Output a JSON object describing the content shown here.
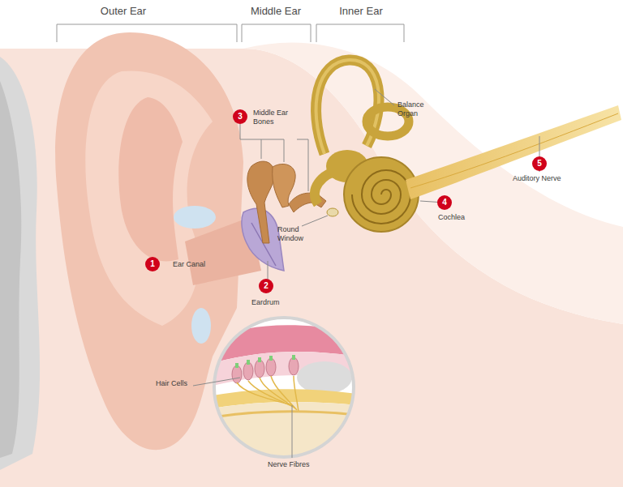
{
  "diagram": {
    "labels": [
      "Outer Ear",
      "Middle Ear",
      "Inner Ear",
      "3",
      "Middle Ear Bones",
      "Balance Organ",
      "5",
      "Auditory Nerve",
      "4",
      "Cochlea",
      "Round Window",
      "1",
      "Ear Canal",
      "2",
      "Eardrum",
      "Hair Cells",
      "Nerve Fibres"
    ]
  }
}
